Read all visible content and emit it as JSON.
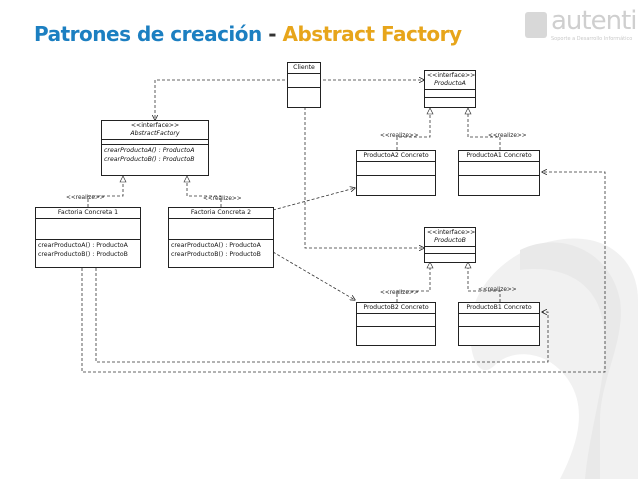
{
  "title": {
    "part1": "Patrones de creación",
    "sep": " - ",
    "part2": "Abstract Factory"
  },
  "logo": {
    "word": "autentia",
    "tagline": "Soporte a Desarrollo Informático"
  },
  "classes": {
    "cliente": {
      "name": "Cliente"
    },
    "producto_a": {
      "stereotype": "<<interface>>",
      "name": "ProductoA"
    },
    "abstract_factory": {
      "stereotype": "<<interface>>",
      "name": "AbstractFactory",
      "ops": [
        "crearProductoA() : ProductoA",
        "crearProductoB() : ProductoB"
      ]
    },
    "producto_a2": {
      "name": "ProductoA2 Concreto"
    },
    "producto_a1": {
      "name": "ProductoA1 Concreto"
    },
    "factoria1": {
      "name": "Factoria Concreta 1",
      "ops": [
        "crearProductoA() : ProductoA",
        "crearProductoB() : ProductoB"
      ]
    },
    "factoria2": {
      "name": "Factoria Concreta 2",
      "ops": [
        "crearProductoA() : ProductoA",
        "crearProductoB() : ProductoB"
      ]
    },
    "producto_b": {
      "stereotype": "<<interface>>",
      "name": "ProductoB"
    },
    "producto_b2": {
      "name": "ProductoB2 Concreto"
    },
    "producto_b1": {
      "name": "ProductoB1 Concreto"
    }
  },
  "labels": {
    "realize_a2": "<<realize>>",
    "realize_a1": "<<realize>>",
    "realize_f1": "<<realize>>",
    "realize_f2": "<<realize>>",
    "realize_b2": "<<realize>>",
    "realize_b1": "<<realize>>"
  },
  "colors": {
    "title_blue": "#1c7fc1",
    "title_orange": "#e7a51b",
    "line": "#222222",
    "watermark": "#efefef"
  }
}
